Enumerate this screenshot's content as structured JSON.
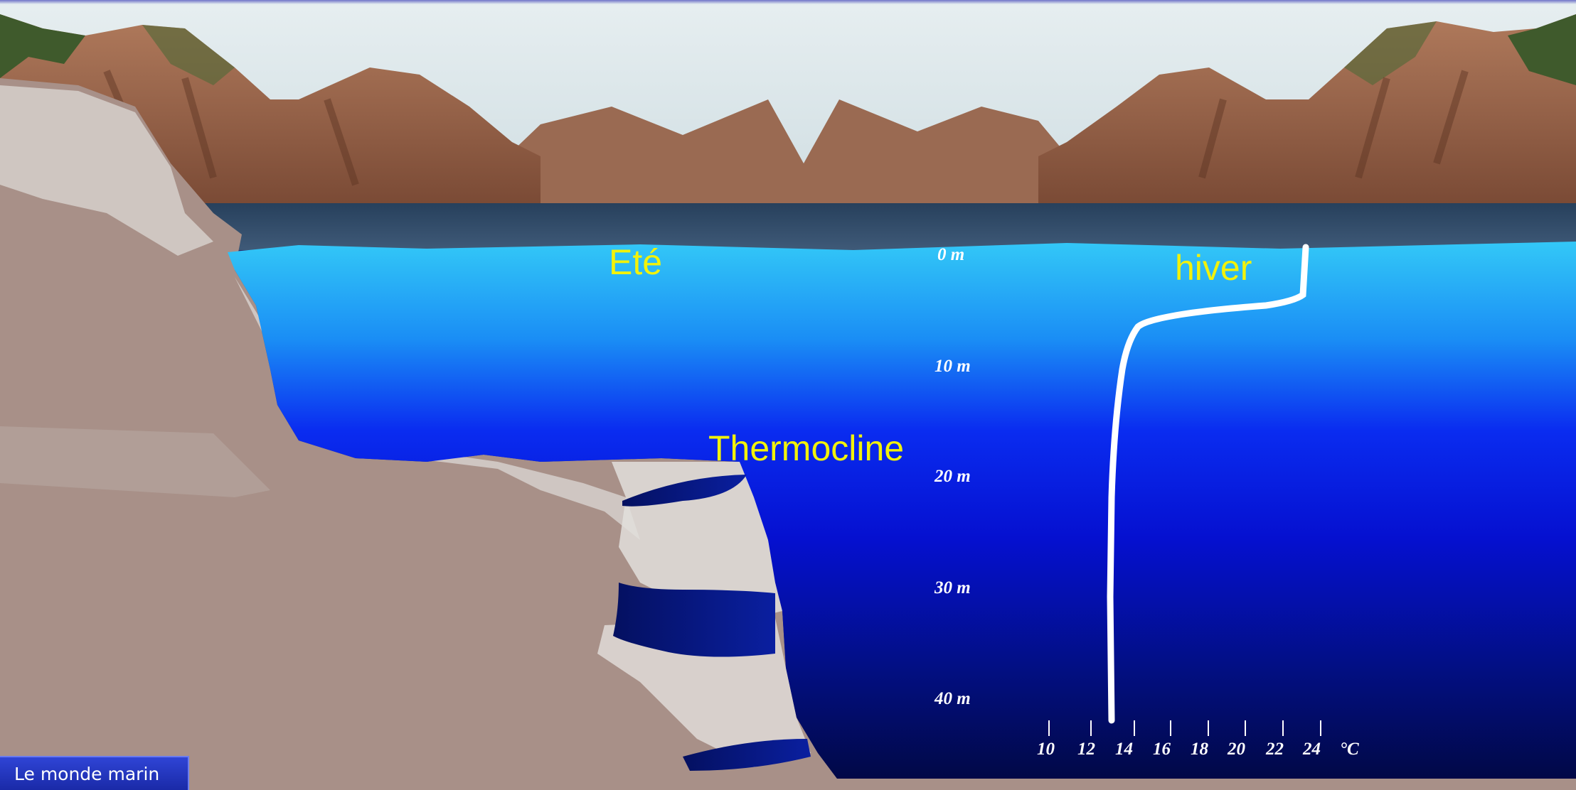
{
  "labels": {
    "summer": "Eté",
    "winter": "hiver",
    "thermocline": "Thermocline"
  },
  "depth_axis": [
    "0 m",
    "10 m",
    "20 m",
    "30 m",
    "40 m"
  ],
  "temperature_axis": [
    "10",
    "12",
    "14",
    "16",
    "18",
    "20",
    "22",
    "24"
  ],
  "temperature_unit": "°C",
  "footer": {
    "button_label": "Le monde marin"
  },
  "colors": {
    "sky": "#dfe9ec",
    "sea_surface": "#2f4a66",
    "water_top": "#2fc3f5",
    "water_mid": "#0a14f0",
    "water_bottom": "#010a4a",
    "rock": "#a78d84",
    "label_yellow": "#f2f20a"
  }
}
